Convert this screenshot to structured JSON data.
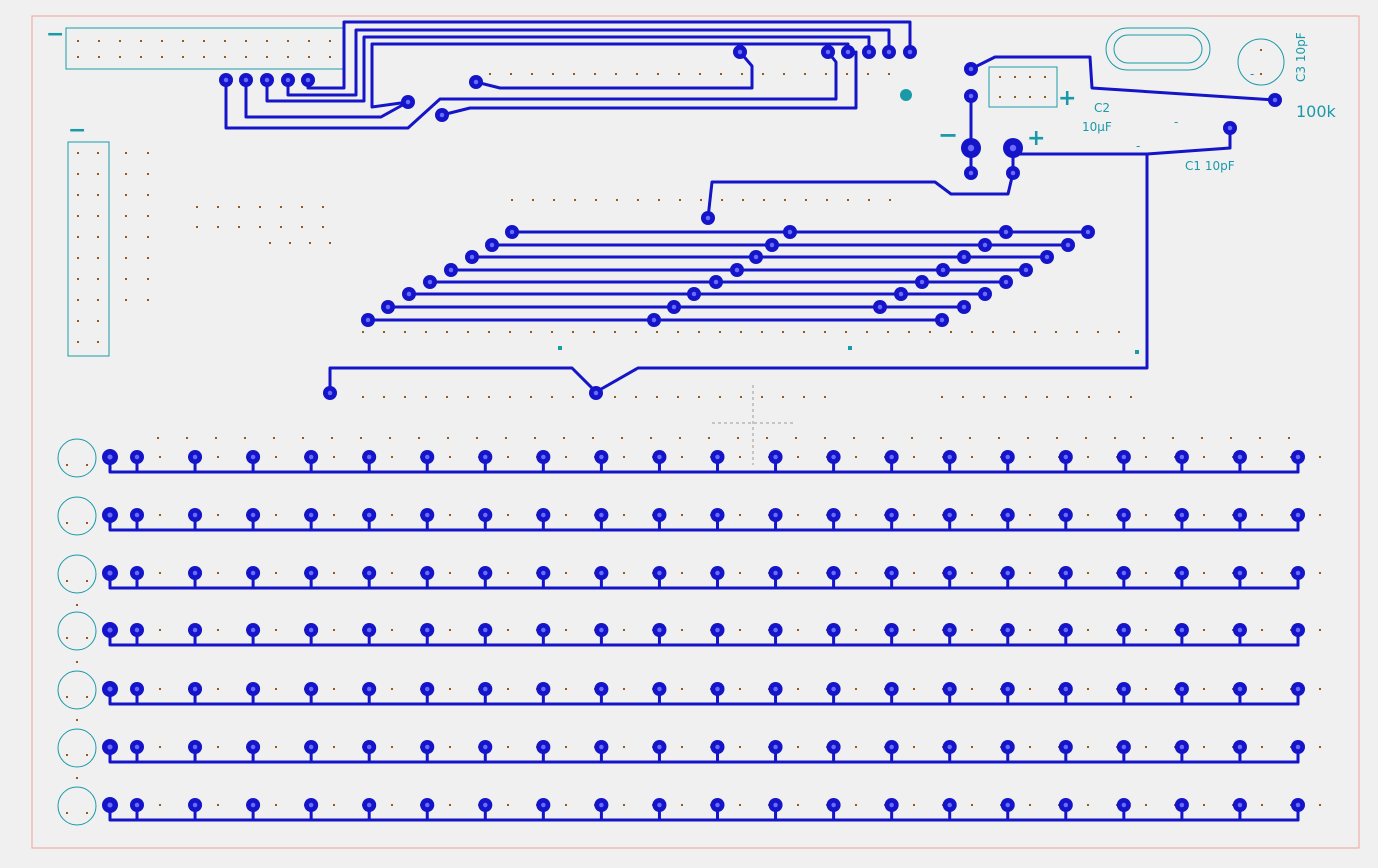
{
  "labels": {
    "c3": "C3 10pF",
    "r100k": "100k",
    "c2_ref": "C2",
    "c2_val": "10µF",
    "c1": "C1 10pF",
    "plus": "+",
    "minus": "−",
    "dash": "-"
  },
  "colors": {
    "background": "#f0f0f0",
    "trace": "#1414c8",
    "pad": "#1414c8",
    "pad_hole": "#6b6bff",
    "grid_dot": "#9a5a1a",
    "silkscreen": "#1a9aa8",
    "outline": "#f2a0a0",
    "cursor": "#9a9a9a"
  },
  "led_matrix": {
    "rows": 7,
    "columns": 21
  }
}
